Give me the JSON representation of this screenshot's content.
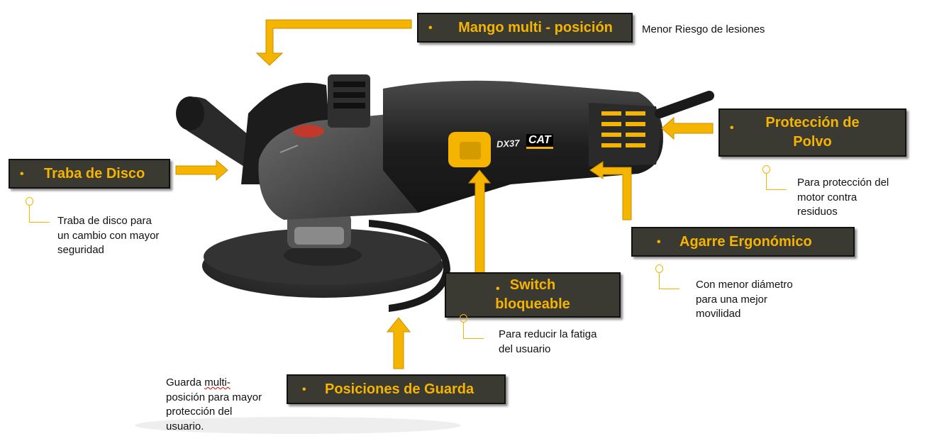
{
  "features": {
    "mango": {
      "title": "Mango multi - posición",
      "desc": "Menor Riesgo de lesiones"
    },
    "polvo": {
      "title_line1": "Protección de",
      "title_line2": "Polvo",
      "desc_line1": "Para protección del",
      "desc_line2": "motor contra",
      "desc_line3": "residuos"
    },
    "traba": {
      "title": "Traba de Disco",
      "desc_line1": "Traba de disco para",
      "desc_line2": "un cambio con mayor",
      "desc_line3": "seguridad"
    },
    "agarre": {
      "title": "Agarre Ergonómico",
      "desc_line1": "Con menor diámetro",
      "desc_line2": "para una mejor",
      "desc_line3": "movilidad"
    },
    "switch": {
      "title_line1": "Switch",
      "title_line2": "bloqueable",
      "desc_line1": "Para reducir la fatiga",
      "desc_line2": "del usuario"
    },
    "guarda": {
      "title": "Posiciones de Guarda",
      "desc_line1a": "Guarda ",
      "desc_line1b": "multi-",
      "desc_line2": "posición para mayor",
      "desc_line3": "protección del",
      "desc_line4": "usuario."
    }
  },
  "product": {
    "model": "DX37",
    "brand": "CAT"
  },
  "bullet": "•",
  "colors": {
    "accent": "#f5b400",
    "box_bg": "#3a3a33",
    "tool_body": "#2b2b2b"
  }
}
